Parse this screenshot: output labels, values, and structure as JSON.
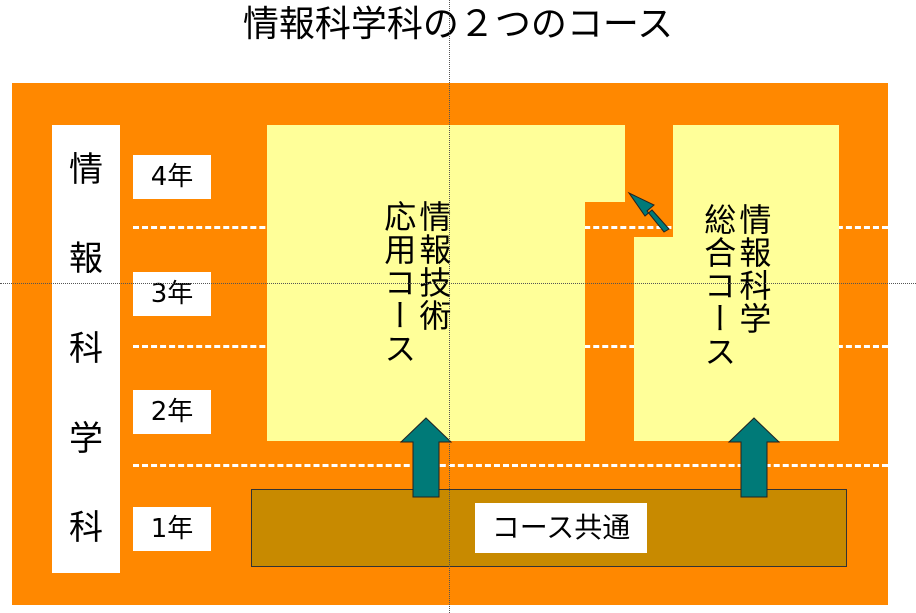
{
  "title": "情報科学科の２つのコース",
  "department_chars": [
    "情",
    "報",
    "科",
    "学",
    "科"
  ],
  "years": [
    "4年",
    "3年",
    "2年",
    "1年"
  ],
  "courses": {
    "applied": "情報技術\n応用コース",
    "general": "情報科学\n総合コース",
    "common": "コース共通"
  },
  "colors": {
    "background": "#ff8800",
    "course": "#ffff99",
    "common": "#c88a00",
    "arrow": "#007a78"
  }
}
